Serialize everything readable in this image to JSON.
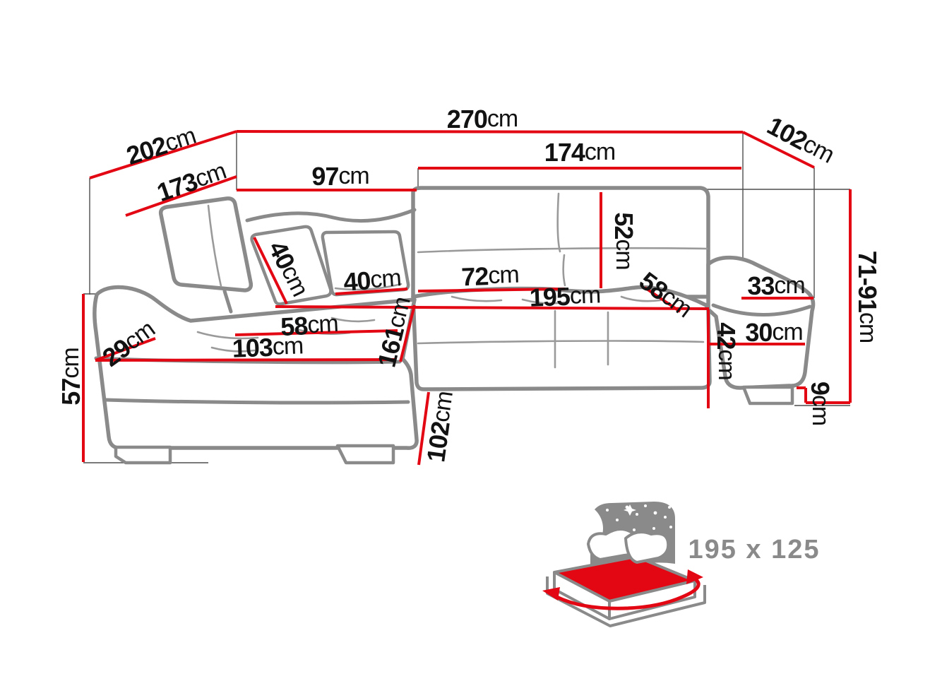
{
  "diagram": {
    "type": "furniture-dimension-diagram",
    "subject": "corner sofa bed with sleeping function",
    "unit": "cm"
  },
  "colors": {
    "dimension_red": "#e30613",
    "outline_gray": "#8a8a8a",
    "label_black": "#121212",
    "icon_gray": "#8a8a8a"
  },
  "dims": {
    "d202": {
      "value": "202",
      "unit": "cm"
    },
    "d173": {
      "value": "173",
      "unit": "cm"
    },
    "d270": {
      "value": "270",
      "unit": "cm"
    },
    "d97": {
      "value": "97",
      "unit": "cm"
    },
    "d174": {
      "value": "174",
      "unit": "cm"
    },
    "d102_top": {
      "value": "102",
      "unit": "cm"
    },
    "d52": {
      "value": "52",
      "unit": "cm"
    },
    "d40_pillow": {
      "value": "40",
      "unit": "cm"
    },
    "d40_seat": {
      "value": "40",
      "unit": "cm"
    },
    "d72": {
      "value": "72",
      "unit": "cm"
    },
    "d195": {
      "value": "195",
      "unit": "cm"
    },
    "d58_right": {
      "value": "58",
      "unit": "cm"
    },
    "d33": {
      "value": "33",
      "unit": "cm"
    },
    "d30": {
      "value": "30",
      "unit": "cm"
    },
    "d42": {
      "value": "42",
      "unit": "cm"
    },
    "d71_91": {
      "value": "71-91",
      "unit": "cm"
    },
    "d9": {
      "value": "9",
      "unit": "cm"
    },
    "d57": {
      "value": "57",
      "unit": "cm"
    },
    "d29": {
      "value": "29",
      "unit": "cm"
    },
    "d58_left": {
      "value": "58",
      "unit": "cm"
    },
    "d103": {
      "value": "103",
      "unit": "cm"
    },
    "d161": {
      "value": "161",
      "unit": "cm"
    },
    "d102_front": {
      "value": "102",
      "unit": "cm"
    }
  },
  "sleeping_area": {
    "size_label": "195 x 125"
  }
}
